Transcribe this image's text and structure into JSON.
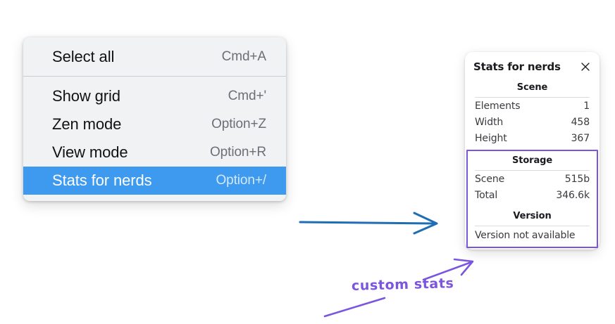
{
  "menu": {
    "groups": [
      {
        "items": [
          {
            "label": "Select all",
            "shortcut": "Cmd+A",
            "selected": false
          }
        ]
      },
      {
        "items": [
          {
            "label": "Show grid",
            "shortcut": "Cmd+'",
            "selected": false
          },
          {
            "label": "Zen mode",
            "shortcut": "Option+Z",
            "selected": false
          },
          {
            "label": "View mode",
            "shortcut": "Option+R",
            "selected": false
          },
          {
            "label": "Stats for nerds",
            "shortcut": "Option+/",
            "selected": true
          }
        ]
      }
    ],
    "highlight_color": "#3d9aee",
    "background_color": "#f1f2f4"
  },
  "stats_panel": {
    "title": "Stats for nerds",
    "close_icon": "close-icon",
    "sections": [
      {
        "heading": "Scene",
        "rows": [
          {
            "label": "Elements",
            "value": "1"
          },
          {
            "label": "Width",
            "value": "458"
          },
          {
            "label": "Height",
            "value": "367"
          }
        ]
      },
      {
        "heading": "Storage",
        "rows": [
          {
            "label": "Scene",
            "value": "515b"
          },
          {
            "label": "Total",
            "value": "346.6k"
          }
        ]
      },
      {
        "heading": "Version",
        "note": "Version not available"
      }
    ],
    "highlight_border_color": "#7b55dd"
  },
  "annotations": {
    "label": "custom stats",
    "label_color": "#7b55dd",
    "blue_arrow_color": "#1f6db4"
  }
}
